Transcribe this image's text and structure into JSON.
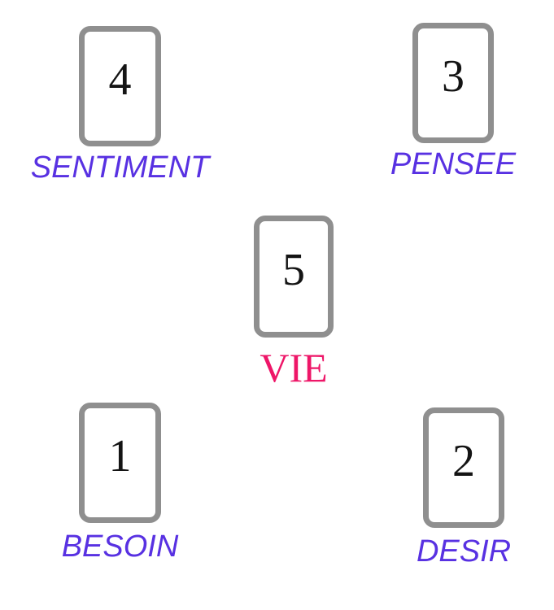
{
  "colors": {
    "background": "#ffffff",
    "card_border": "#8f8f8f",
    "card_fill": "#ffffff",
    "number_text": "#141414",
    "label_blue": "#5831e2",
    "label_pink": "#ee1668"
  },
  "spread": {
    "cards": [
      {
        "number": "4",
        "label": "SENTIMENT",
        "position": "top-left",
        "label_color": "#5831e2"
      },
      {
        "number": "3",
        "label": "PENSEE",
        "position": "top-right",
        "label_color": "#5831e2"
      },
      {
        "number": "5",
        "label": "VIE",
        "position": "center",
        "label_color": "#ee1668"
      },
      {
        "number": "1",
        "label": "BESOIN",
        "position": "bottom-left",
        "label_color": "#5831e2"
      },
      {
        "number": "2",
        "label": "DESIR",
        "position": "bottom-right",
        "label_color": "#5831e2"
      }
    ]
  }
}
